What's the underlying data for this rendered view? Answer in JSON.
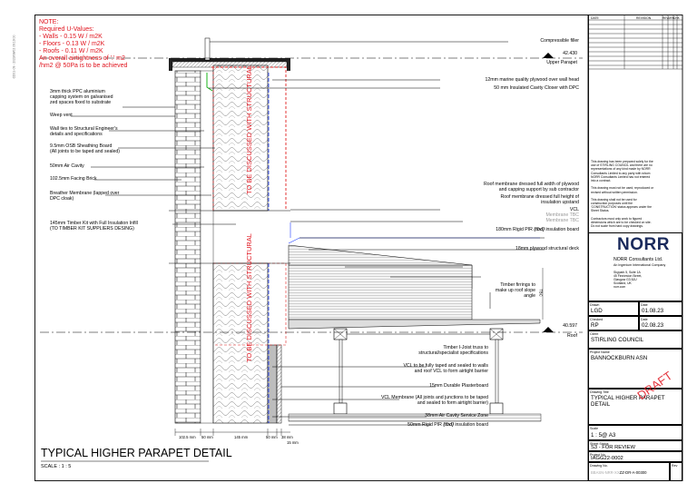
{
  "margin_text": "CD01-09 - 2023/08/02 09:19:00",
  "note": {
    "lines": [
      "NOTE:",
      "Required U-Values:",
      "- Walls - 0.15 W / m2K",
      "- Floors - 0.13 W / m2K",
      "- Roofs - 0.11 W / m2K",
      "An overall airtightness of '.' m2",
      "/hm2 @ 50Pa is to be achieved"
    ]
  },
  "levels": {
    "upper_value": "42.430",
    "upper_label": "Upper Parapet",
    "roof_value": "40.597",
    "roof_label": "Roof"
  },
  "rotated_text": {
    "top": "TO BE DISCUSSED WITH STRUCTURAL",
    "bottom": "TO BE DISCUSSED WITH STRUCTURAL",
    "tbc": "TBC"
  },
  "left_labels": [
    "3mm thick PPC aluminium",
    "capping system on galvanised",
    "zed spaces fixed to substrate",
    "Weep vent",
    "Wall ties to Structural Engineer's",
    "details and specifications",
    "9.5mm OSB Sheathing Board",
    "(All joints to be taped and sealed)",
    "50mm Air Cavity",
    "102.5mm Facing Brick",
    "Breather Membrane (lapped over",
    "DPC cloak)",
    "145mm Timber Kit with Full Insulation Infill",
    "(TO TIMBER KIT SUPPLIERS DESING)"
  ],
  "right_labels": {
    "compressible_filler": "Compressible filler",
    "plywood_head": "12mm marine quality plywood over wall head",
    "cavity_closer": "50 mm Insulated Cavity Closer with DPC",
    "roof_membrane_1a": "Roof membrane dressed full width of plywood",
    "roof_membrane_1b": "and capping support by sub contractor",
    "roof_membrane_2a": "Roof membrane dressed full height of",
    "roof_membrane_2b": "insulation upstand",
    "vcl": "VCL",
    "membrane_tbc_1": "Membrane TBC",
    "membrane_tbc_2": "Membrane TBC",
    "pir_180_pre": "180mm Rigid PIR",
    "pir_180_tbd": "(tbd)",
    "pir_180_post": "insulation board",
    "plywood_deck": "18mm plywood structural deck",
    "firrings_1": "Timber firrings to",
    "firrings_2": "make up roof slope",
    "firrings_3": "angle",
    "ijoist_1": "Timber I-Joist truss to",
    "ijoist_2": "structural/specialist specifications",
    "vcl_taped_1": "VCL to be fully taped and sealed to walls",
    "vcl_taped_2": "and roof VCL to form airtight barrier",
    "plasterboard": "15mm Durable Plasterboard",
    "vcl_membrane_1": "VCL Membrane (All joints and junctions to be taped",
    "vcl_membrane_2": "and sealed to form airtight barrier)",
    "service_zone": "38mm Air Cavity Service Zone",
    "pir_50_pre": "50mm Rigid PIR",
    "pir_50_tbd": "(tbd)",
    "pir_50_post": "insulation board"
  },
  "dimensions": [
    "102.5 mm",
    "50 mm",
    "145 mm",
    "50 mm",
    "38 mm",
    "15 mm"
  ],
  "drawing_title": "TYPICAL HIGHER  PARAPET DETAIL",
  "drawing_scale": "SCALE : 1 : 5",
  "revision_header": [
    "DATE",
    "REVISION",
    "REV",
    "DRN",
    "CHK"
  ],
  "notes_block": [
    "This drawing has been prepared solely for the",
    "use of STIRLING COUNCIL and there are no",
    "representations of any kind made by NORR",
    "Consultants Limited to any party with whom",
    "NORR Consultants Limited has not entered",
    "into a contract.",
    "",
    "This drawing must not be used, reproduced or",
    "revised without written permission.",
    "",
    "This drawing shall not be used for",
    "construction purposes until the",
    "'CONSTRUCTION' status appears under the",
    "Sheet Status.",
    "",
    "Contractors must only work to figured",
    "dimensions which are to be checked on site.",
    "Do not scale from hard copy drawings."
  ],
  "company": {
    "logo": "NORR",
    "name": "NORR Consultants Ltd.",
    "tagline": "An Ingenium International Company",
    "address": [
      "Skypark 5, Suite 1A",
      "45 Finnieston Street,",
      "Glasgow G3 8JU",
      "Scotland, UK",
      "norr.com"
    ]
  },
  "title_block": {
    "drawn_label": "Drawn",
    "drawn": "LGD",
    "drawn_date_label": "Date",
    "drawn_date": "01.08.23",
    "checked_label": "Checked",
    "checked": "RP",
    "checked_date_label": "Date",
    "checked_date": "02.08.23",
    "client_label": "Client",
    "client": "STIRLING COUNCIL",
    "project_label": "Project Name",
    "project": "BANNOCKBURN ASN",
    "drawing_title_label": "Drawing Title",
    "drawing_title_1": "TYPICAL HIGHER  PARAPET",
    "drawing_title_2": "DETAIL",
    "draft_stamp": "DRAFT",
    "scale_label": "Scale",
    "scale": "1 : 5@ A3",
    "status_label": "Sheet Status",
    "status": "S3 - FOR REVIEW",
    "project_no_label": "Project No.",
    "project_no": "IAGG22-0002",
    "drawing_no_label": "Drawing No.",
    "drawing_no_a": "BBASN-NRR-XX",
    "drawing_no_b": "ZZ-DR-A-00300",
    "rev_label": "Rev"
  },
  "colors": {
    "note_red": "#e0141e",
    "membrane_red": "#e02020",
    "vcl_blue": "#1e3cff",
    "dpc_green": "#18b418",
    "draft_red": "#e0141e"
  }
}
